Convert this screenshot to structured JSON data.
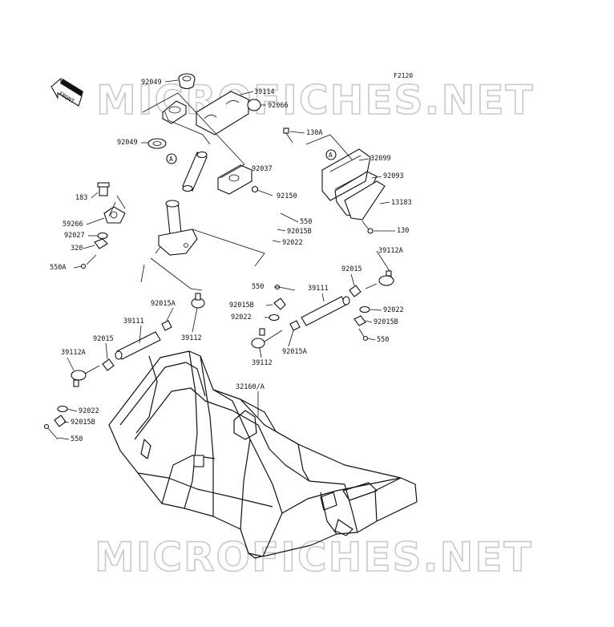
{
  "figure_code": "F2120",
  "front_label": "FRONT",
  "watermark": "MICROFICHES.NET",
  "ref_marker": "A",
  "callouts": [
    {
      "id": "c1",
      "text": "92049"
    },
    {
      "id": "c2",
      "text": "39114"
    },
    {
      "id": "c3",
      "text": "92066"
    },
    {
      "id": "c4",
      "text": "92049"
    },
    {
      "id": "c5",
      "text": "130A"
    },
    {
      "id": "c6",
      "text": "32099"
    },
    {
      "id": "c7",
      "text": "92037"
    },
    {
      "id": "c8",
      "text": "92093"
    },
    {
      "id": "c9",
      "text": "92150"
    },
    {
      "id": "c10",
      "text": "13183"
    },
    {
      "id": "c11",
      "text": "183"
    },
    {
      "id": "c12",
      "text": "59266"
    },
    {
      "id": "c13",
      "text": "92027"
    },
    {
      "id": "c14",
      "text": "320"
    },
    {
      "id": "c15",
      "text": "550A"
    },
    {
      "id": "c16",
      "text": "550"
    },
    {
      "id": "c17",
      "text": "92015B"
    },
    {
      "id": "c18",
      "text": "92022"
    },
    {
      "id": "c19",
      "text": "130"
    },
    {
      "id": "c20",
      "text": "39112A"
    },
    {
      "id": "c21",
      "text": "92015"
    },
    {
      "id": "c22",
      "text": "550"
    },
    {
      "id": "c23",
      "text": "39111"
    },
    {
      "id": "c24",
      "text": "92015B"
    },
    {
      "id": "c25",
      "text": "92022"
    },
    {
      "id": "c26",
      "text": "92022"
    },
    {
      "id": "c27",
      "text": "92015B"
    },
    {
      "id": "c28",
      "text": "550"
    },
    {
      "id": "c29",
      "text": "92015A"
    },
    {
      "id": "c30",
      "text": "39112"
    },
    {
      "id": "c31",
      "text": "92015A"
    },
    {
      "id": "c32",
      "text": "39111"
    },
    {
      "id": "c33",
      "text": "92015"
    },
    {
      "id": "c34",
      "text": "39112"
    },
    {
      "id": "c35",
      "text": "39112A"
    },
    {
      "id": "c36",
      "text": "32160/A"
    },
    {
      "id": "c37",
      "text": "92022"
    },
    {
      "id": "c38",
      "text": "92015B"
    },
    {
      "id": "c39",
      "text": "550"
    }
  ]
}
